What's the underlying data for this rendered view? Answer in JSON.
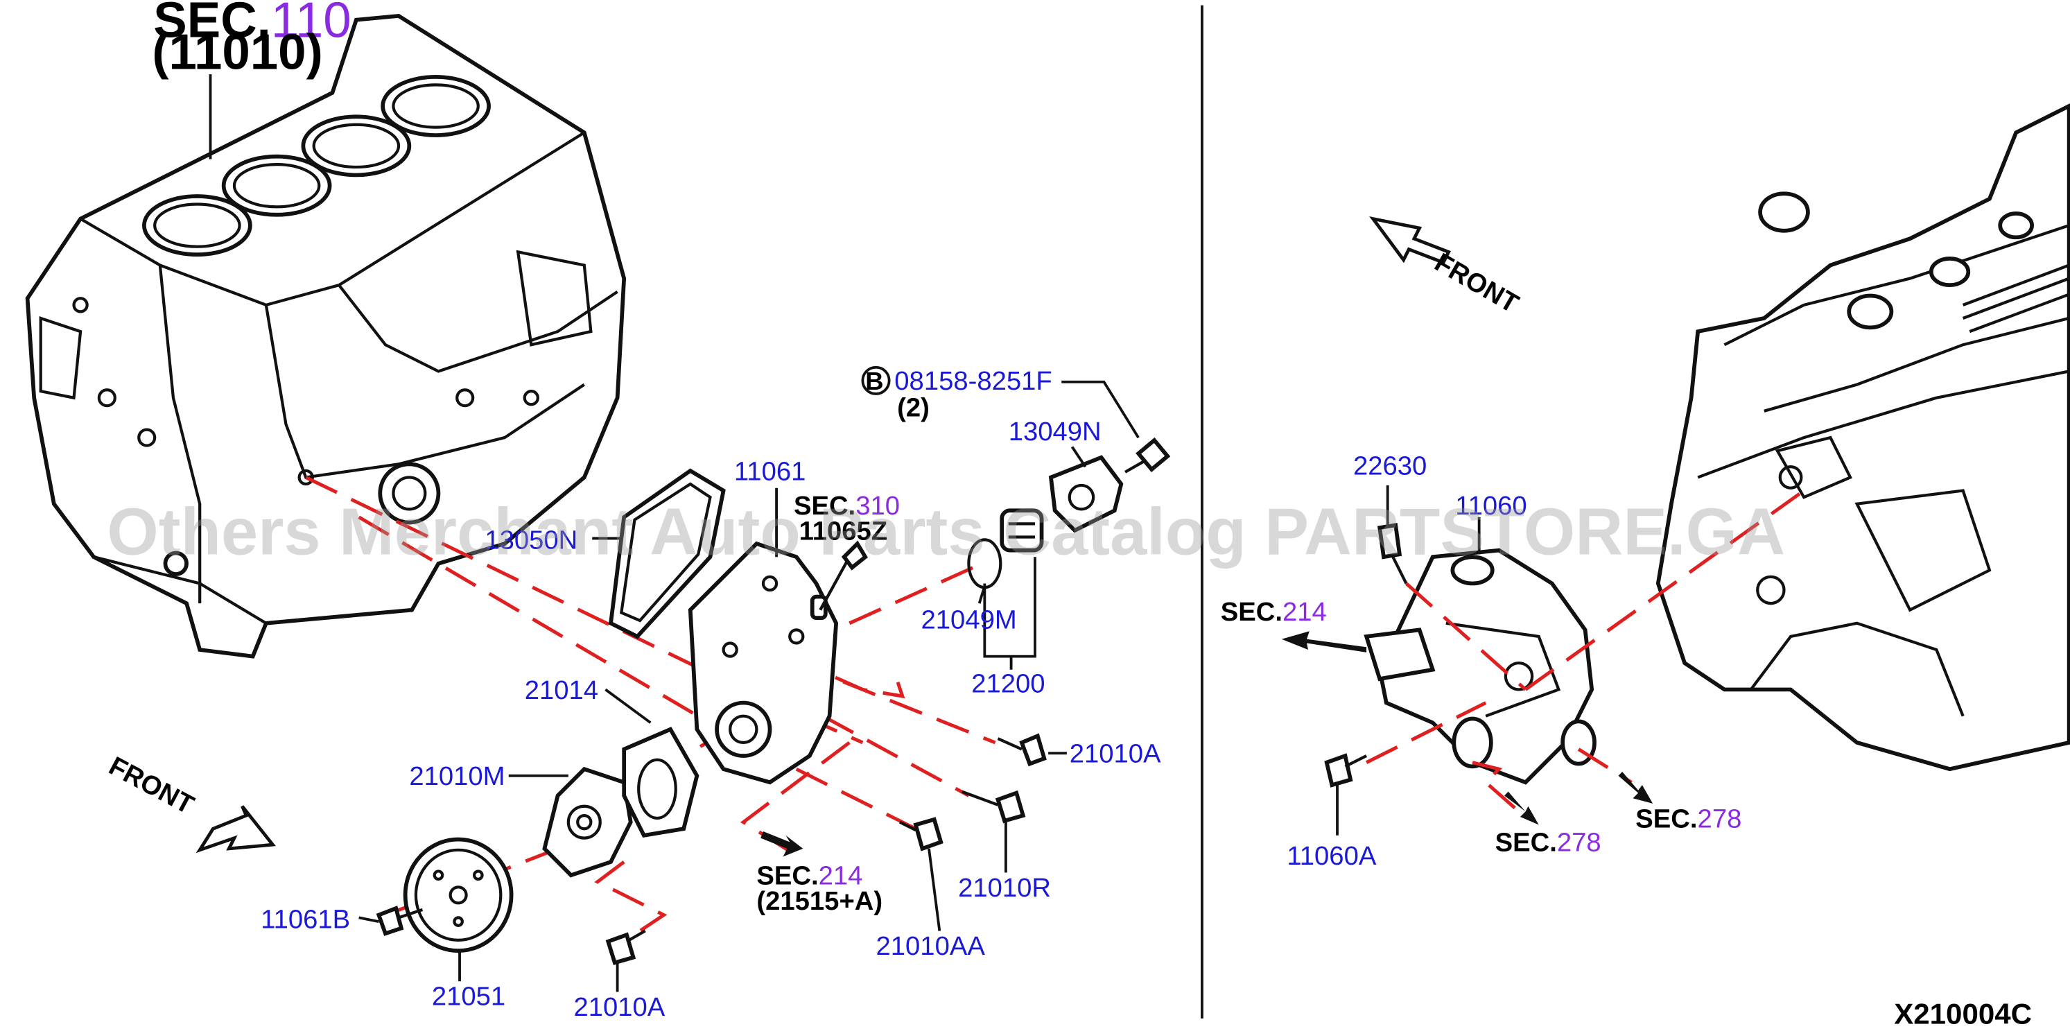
{
  "watermark": "Others Merchant Auto Parts Catalog PARTSTORE.GA",
  "diagram_id": "X210004C",
  "front_labels": {
    "left": "FRONT",
    "right": "FRONT"
  },
  "bolt_badge": "B",
  "sec_prefix": "SEC.",
  "sections": {
    "s110": {
      "num": "110",
      "sub": "(11010)"
    },
    "s310": {
      "num": "310",
      "sub": "11065Z"
    },
    "s214_bottom": {
      "num": "214",
      "sub": "(21515+A)"
    },
    "s214_right": {
      "num": "214"
    },
    "s278_a": {
      "num": "278"
    },
    "s278_b": {
      "num": "278"
    }
  },
  "parts": {
    "p08158": "08158-8251F",
    "p08158_qty": "(2)",
    "p13049N": "13049N",
    "p11061": "11061",
    "p13050N": "13050N",
    "p21049M": "21049M",
    "p21200": "21200",
    "p21014": "21014",
    "p21010A_mid": "21010A",
    "p21010M": "21010M",
    "p21010R": "21010R",
    "p21010AA": "21010AA",
    "p11061B": "11061B",
    "p21051": "21051",
    "p21010A_bottom": "21010A",
    "p22630": "22630",
    "p11060": "11060",
    "p11060A": "11060A"
  }
}
